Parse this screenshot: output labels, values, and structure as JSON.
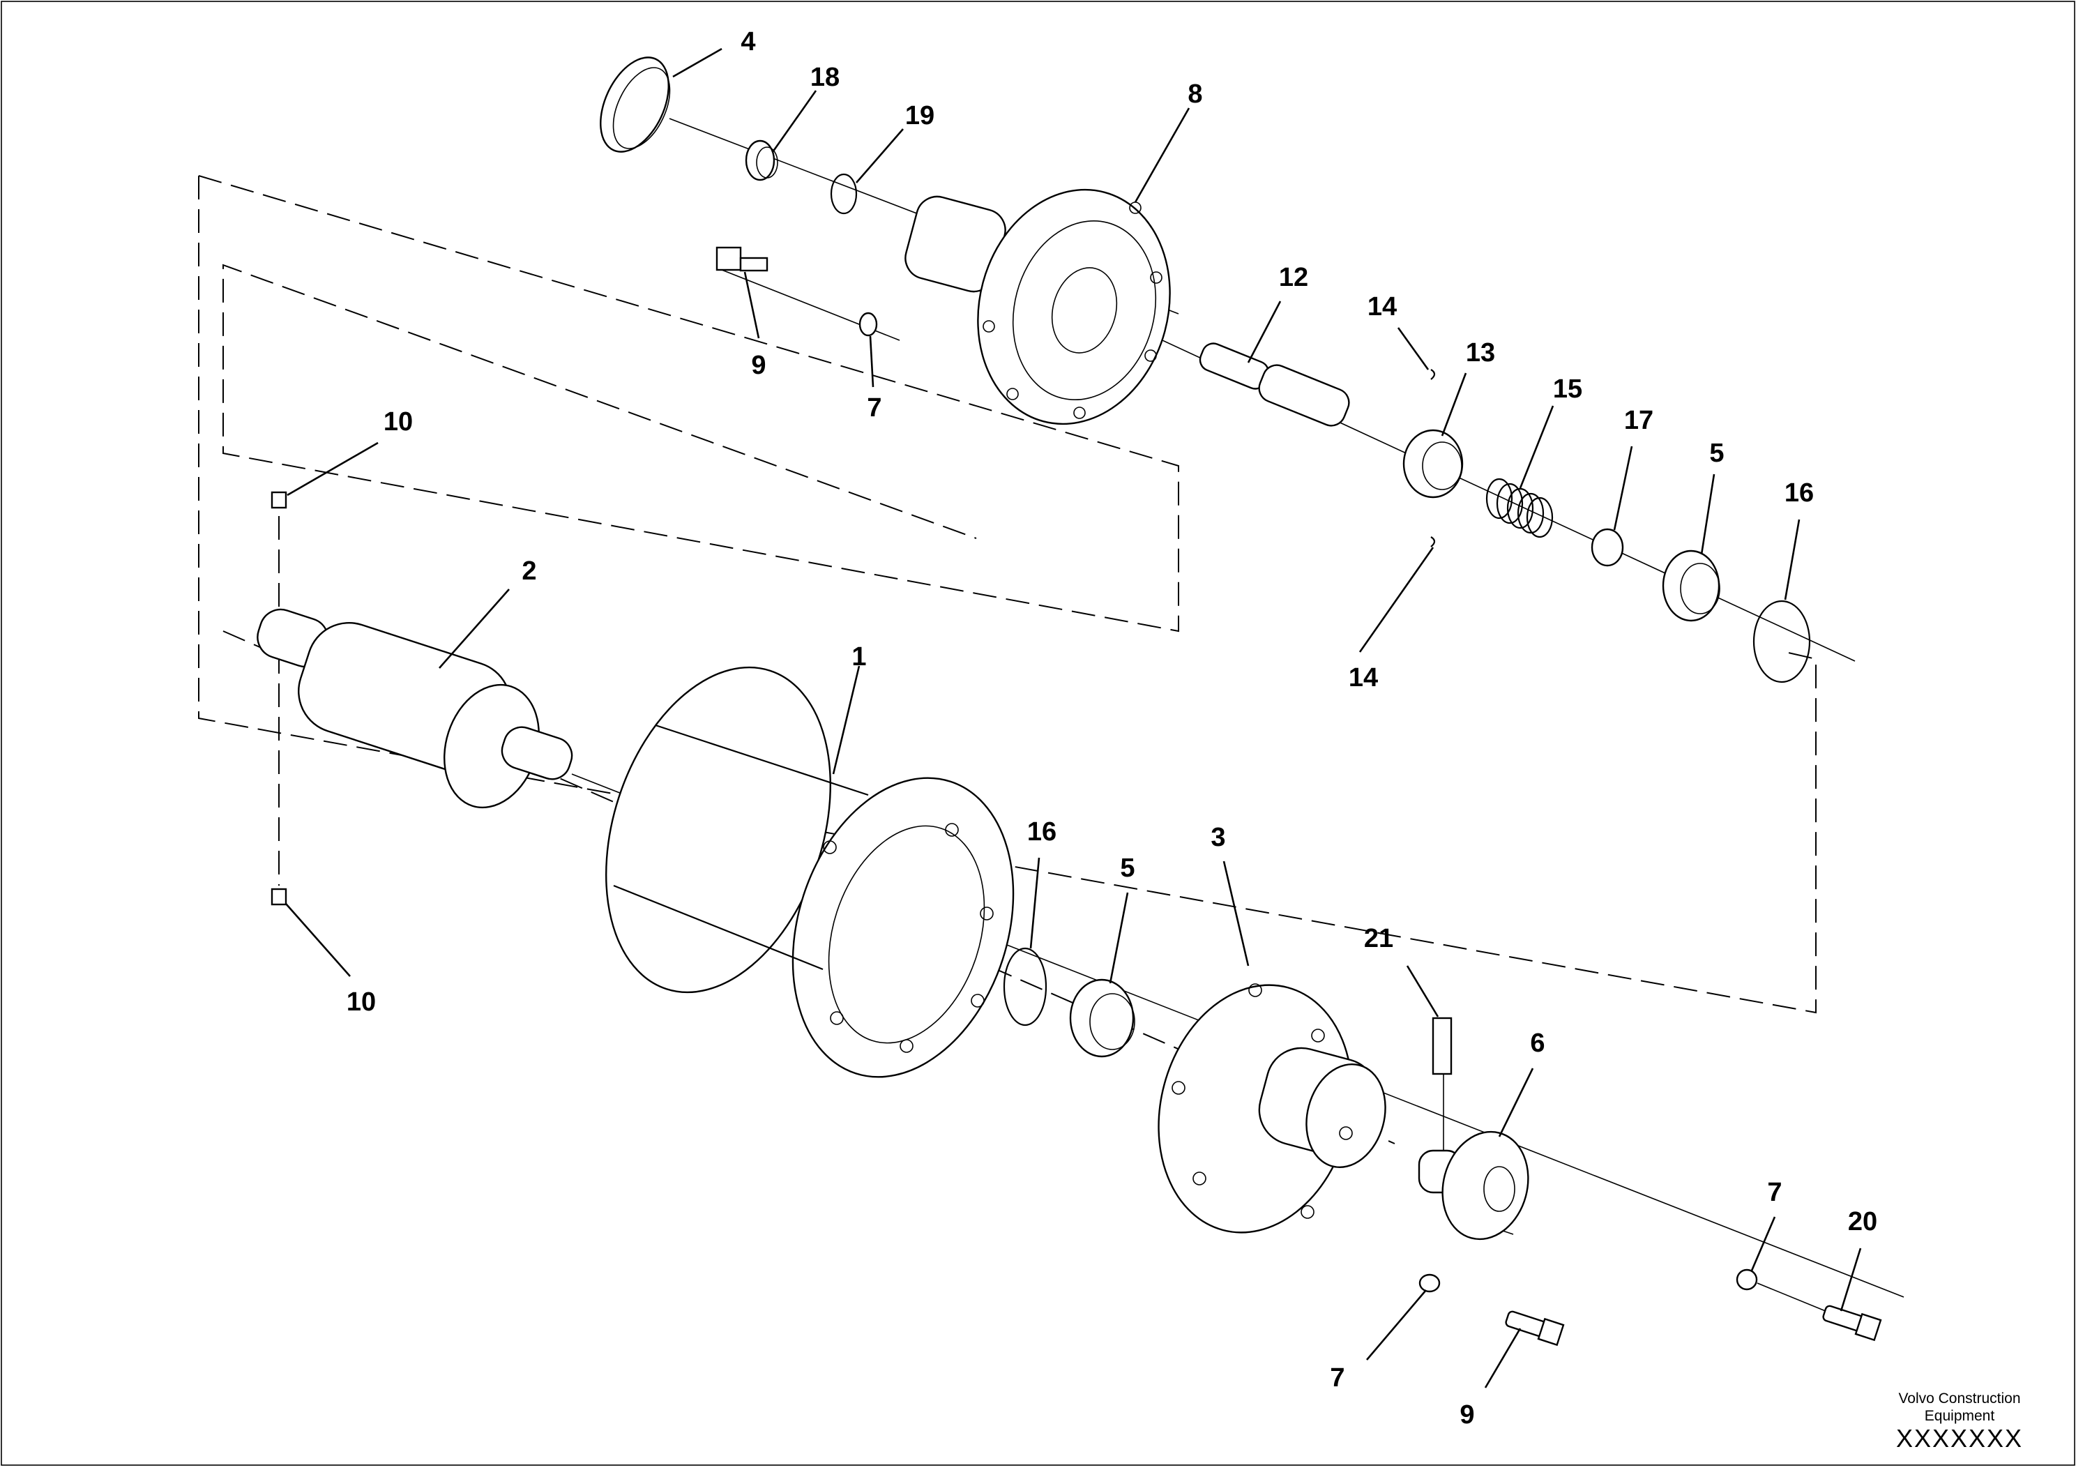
{
  "callouts": [
    {
      "id": "c4",
      "label": "4"
    },
    {
      "id": "c18",
      "label": "18"
    },
    {
      "id": "c19",
      "label": "19"
    },
    {
      "id": "c8",
      "label": "8"
    },
    {
      "id": "c9a",
      "label": "9"
    },
    {
      "id": "c7a",
      "label": "7"
    },
    {
      "id": "c12",
      "label": "12"
    },
    {
      "id": "c14a",
      "label": "14"
    },
    {
      "id": "c13",
      "label": "13"
    },
    {
      "id": "c15",
      "label": "15"
    },
    {
      "id": "c17",
      "label": "17"
    },
    {
      "id": "c5a",
      "label": "5"
    },
    {
      "id": "c16a",
      "label": "16"
    },
    {
      "id": "c14b",
      "label": "14"
    },
    {
      "id": "c10a",
      "label": "10"
    },
    {
      "id": "c2",
      "label": "2"
    },
    {
      "id": "c1",
      "label": "1"
    },
    {
      "id": "c16b",
      "label": "16"
    },
    {
      "id": "c5b",
      "label": "5"
    },
    {
      "id": "c3",
      "label": "3"
    },
    {
      "id": "c10b",
      "label": "10"
    },
    {
      "id": "c21",
      "label": "21"
    },
    {
      "id": "c6",
      "label": "6"
    },
    {
      "id": "c7b",
      "label": "7"
    },
    {
      "id": "c20",
      "label": "20"
    },
    {
      "id": "c7c",
      "label": "7"
    },
    {
      "id": "c9b",
      "label": "9"
    }
  ],
  "brand": {
    "name": "Volvo Construction Equipment",
    "code": "XXXXXXX"
  }
}
